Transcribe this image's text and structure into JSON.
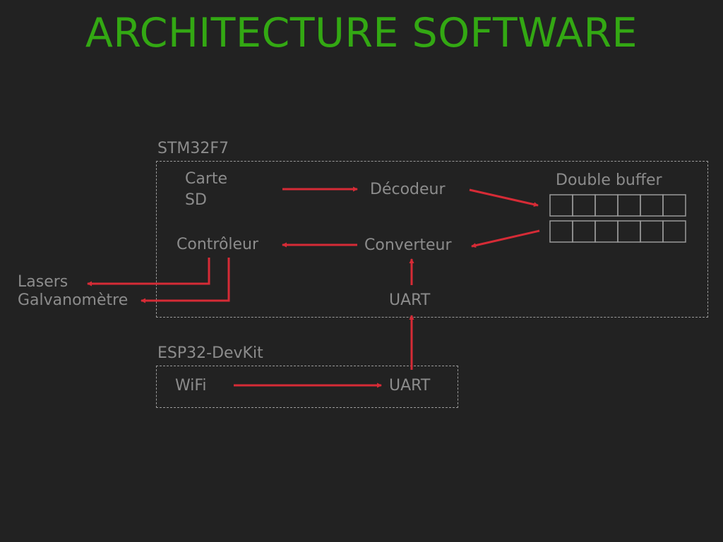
{
  "title": "ARCHITECTURE SOFTWARE",
  "colors": {
    "title": "#33a813",
    "arrow": "#d62b36",
    "text": "#8c8c8c",
    "border": "#9a9a9a",
    "background": "#222222"
  },
  "stm32": {
    "label": "STM32F7",
    "carte_sd": [
      "Carte",
      "SD"
    ],
    "decodeur": "Décodeur",
    "double_buffer": {
      "label": "Double buffer",
      "rows": 2,
      "cells_per_row": 6
    },
    "controleur": "Contrôleur",
    "convertisseur": "Converteur",
    "uart": "UART"
  },
  "outputs": {
    "lasers": "Lasers",
    "galvanometre": "Galvanomètre"
  },
  "esp32": {
    "label": "ESP32-DevKit",
    "wifi": "WiFi",
    "uart": "UART"
  },
  "connections": [
    {
      "from": "Carte SD",
      "to": "Décodeur"
    },
    {
      "from": "Décodeur",
      "to": "Double buffer"
    },
    {
      "from": "Double buffer",
      "to": "Converteur"
    },
    {
      "from": "Converteur",
      "to": "Contrôleur"
    },
    {
      "from": "UART",
      "to": "Converteur"
    },
    {
      "from": "Contrôleur",
      "to": "Lasers"
    },
    {
      "from": "Contrôleur",
      "to": "Galvanomètre"
    },
    {
      "from": "WiFi",
      "to": "UART (ESP32)"
    },
    {
      "from": "UART (ESP32)",
      "to": "UART (STM32)"
    }
  ]
}
